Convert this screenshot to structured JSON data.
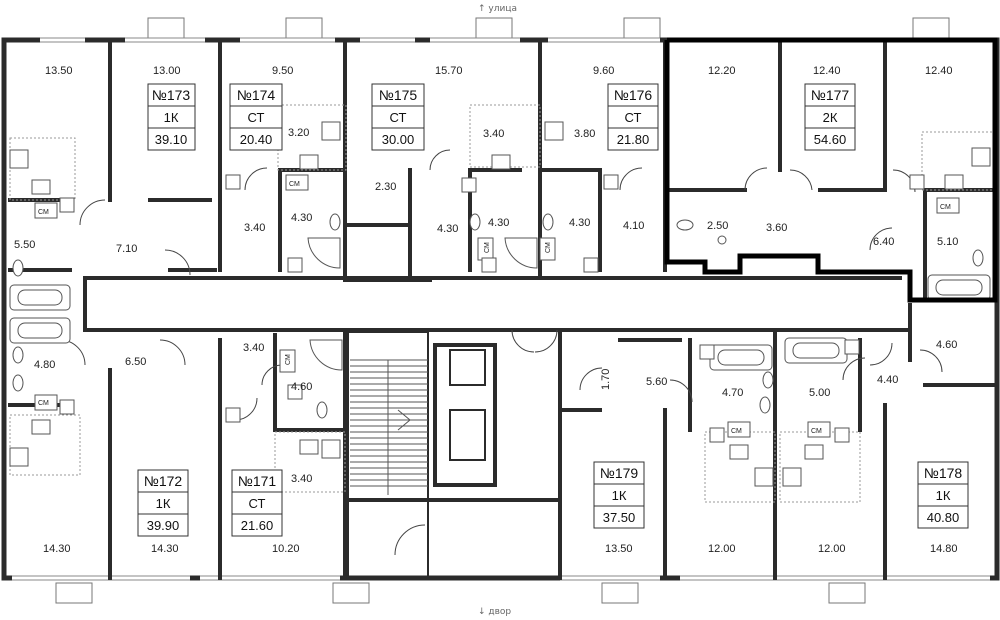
{
  "orientation": {
    "top": "↑ улица",
    "bottom": "↓ двор"
  },
  "units": [
    {
      "num": "№173",
      "type": "1К",
      "area": "39.10"
    },
    {
      "num": "№174",
      "type": "СТ",
      "area": "20.40"
    },
    {
      "num": "№175",
      "type": "СТ",
      "area": "30.00"
    },
    {
      "num": "№176",
      "type": "СТ",
      "area": "21.80"
    },
    {
      "num": "№177",
      "type": "2К",
      "area": "54.60"
    },
    {
      "num": "№172",
      "type": "1К",
      "area": "39.90"
    },
    {
      "num": "№171",
      "type": "СТ",
      "area": "21.60"
    },
    {
      "num": "№179",
      "type": "1К",
      "area": "37.50"
    },
    {
      "num": "№178",
      "type": "1К",
      "area": "40.80"
    }
  ],
  "room_areas": [
    "13.50",
    "13.00",
    "9.50",
    "15.70",
    "9.60",
    "12.20",
    "12.40",
    "12.40",
    "3.20",
    "3.40",
    "3.80",
    "2.30",
    "4.30",
    "3.40",
    "4.30",
    "4.30",
    "4.30",
    "4.10",
    "2.50",
    "3.60",
    "6.40",
    "5.10",
    "5.50",
    "7.10",
    "4.80",
    "6.50",
    "3.40",
    "4.60",
    "3.40",
    "1.70",
    "5.60",
    "4.70",
    "5.00",
    "4.40",
    "4.60",
    "14.30",
    "14.30",
    "10.20",
    "13.50",
    "12.00",
    "12.00",
    "14.80"
  ],
  "fixture_label": "СМ"
}
